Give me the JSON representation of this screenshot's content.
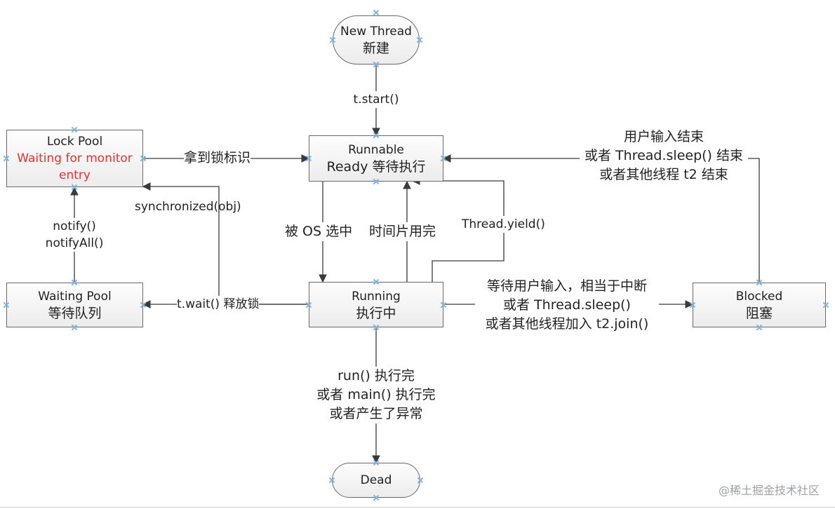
{
  "nodes": {
    "new_thread": {
      "line1": "New Thread",
      "line2": "新建"
    },
    "runnable": {
      "line1": "Runnable",
      "line2": "Ready 等待执行"
    },
    "lock_pool": {
      "line1": "Lock Pool",
      "line2": "Waiting for monitor",
      "line3": "entry"
    },
    "waiting_pool": {
      "line1": "Waiting Pool",
      "line2": "等待队列"
    },
    "running": {
      "line1": "Running",
      "line2": "执行中"
    },
    "blocked": {
      "line1": "Blocked",
      "line2": "阻塞"
    },
    "dead": {
      "line1": "Dead"
    }
  },
  "edge_labels": {
    "start": "t.start()",
    "get_lock": "拿到锁标识",
    "synchronized": "synchronized(obj)",
    "notify": [
      "notify()",
      "notifyAll()"
    ],
    "selected_by_os": "被 OS 选中",
    "time_slice": "时间片用完",
    "yield": "Thread.yield()",
    "wait_release": "t.wait() 释放锁",
    "to_blocked": [
      "等待用户输入，相当于中断",
      "或者 Thread.sleep()",
      "或者其他线程加入 t2.join()"
    ],
    "from_blocked": [
      "用户输入结束",
      "或者 Thread.sleep() 结束",
      "或者其他线程  t2 结束"
    ],
    "to_dead": [
      "run() 执行完",
      "或者 main() 执行完",
      "或者产生了异常"
    ]
  },
  "colors": {
    "lock_pool_highlight": "#e8312f",
    "connector_marker": "#7fb3e3"
  },
  "watermark": "@稀土掘金技术社区"
}
